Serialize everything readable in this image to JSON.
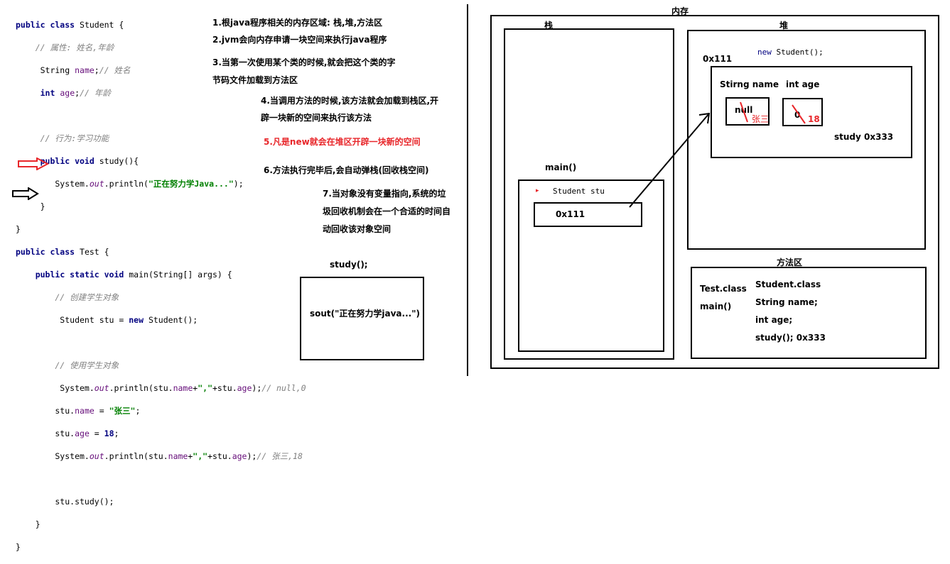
{
  "code": {
    "lines": [
      "public class Student {",
      "    // 属性: 姓名,年龄",
      "     String name;// 姓名",
      "     int age;// 年龄",
      "",
      "     // 行为:学习功能",
      "     public void study(){",
      "        System.out.println(\"正在努力学Java...\");",
      "     }",
      "}",
      "public class Test {",
      "    public static void main(String[] args) {",
      "        // 创建学生对象",
      "         Student stu = new Student();",
      "",
      "        // 使用学生对象",
      "         System.out.println(stu.name+\",\"+stu.age);// null,0",
      "        stu.name = \"张三\";",
      "        stu.age = 18;",
      "        System.out.println(stu.name+\",\"+stu.age);// 张三,18",
      "",
      "        stu.study();",
      "    }",
      "}"
    ]
  },
  "notes": {
    "n1": "1.根java程序相关的内存区域: 栈,堆,方法区",
    "n2": "2.jvm会向内存申请一块空间来执行java程序",
    "n3a": "3.当第一次使用某个类的时候,就会把这个类的字",
    "n3b": "节码文件加载到方法区",
    "n4a": "4.当调用方法的时候,该方法就会加载到栈区,开",
    "n4b": "辟一块新的空间来执行该方法",
    "n5": "5.凡是new就会在堆区开辟一块新的空间",
    "n6": "6.方法执行完毕后,会自动弹栈(回收栈空间)",
    "n7a": "7.当对象没有变量指向,系统的垃",
    "n7b": "圾回收机制会在一个合适的时间自",
    "n7c": "动回收该对象空间"
  },
  "study_frame": {
    "title": "study();",
    "content": "sout(\"正在努力学java...\")"
  },
  "memory": {
    "title": "内存",
    "stack": {
      "title": "栈",
      "main_label": "main()",
      "var_label": "Student stu",
      "var_marker": "▸",
      "var_value": "0x111"
    },
    "heap": {
      "title": "堆",
      "new_label": "new Student();",
      "address": "0x111",
      "field_name_label": "Stirng name",
      "field_age_label": "int age",
      "name_old": "null",
      "name_new": "张三",
      "age_old": "0",
      "age_new": "18",
      "study_ref": "study 0x333"
    },
    "method_area": {
      "title": "方法区",
      "test_class": "Test.class",
      "main_method": "main()",
      "student_class": "Student.class",
      "string_name": "String name;",
      "int_age": "int age;",
      "study_ref": "study();  0x333"
    }
  },
  "colors": {
    "accent_red": "#e8262a",
    "keyword": "#000080",
    "comment": "#808080",
    "string": "#008000"
  }
}
